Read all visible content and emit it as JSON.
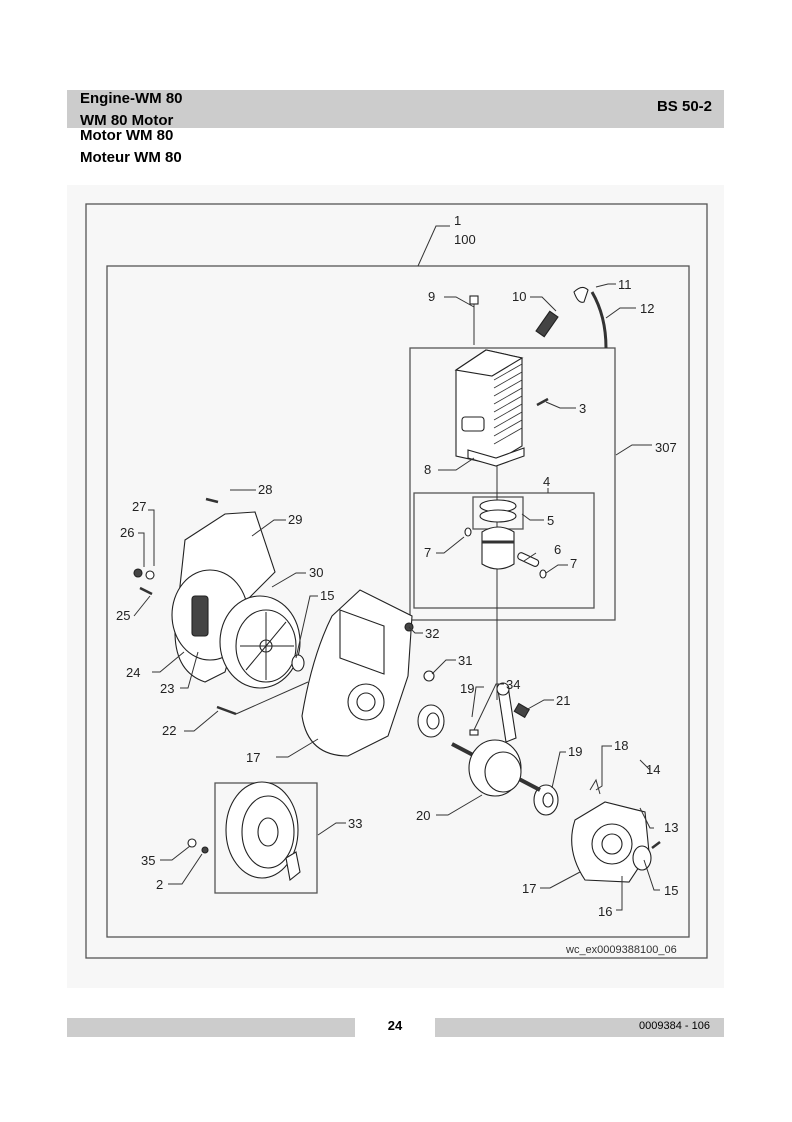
{
  "header": {
    "titles": [
      "Engine-WM 80",
      "WM 80 Motor",
      "Motor WM 80",
      "Moteur WM 80"
    ],
    "model_code": "BS 50-2"
  },
  "figure": {
    "reference": "wc_ex0009388100_06",
    "callouts": {
      "c1": "1",
      "c100": "100",
      "c2": "2",
      "c3": "3",
      "c4": "4",
      "c5": "5",
      "c6": "6",
      "c7a": "7",
      "c7b": "7",
      "c8": "8",
      "c9": "9",
      "c10": "10",
      "c11": "11",
      "c12": "12",
      "c13": "13",
      "c14": "14",
      "c15a": "15",
      "c15b": "15",
      "c16": "16",
      "c17a": "17",
      "c17b": "17",
      "c18": "18",
      "c19a": "19",
      "c19b": "19",
      "c20": "20",
      "c21": "21",
      "c22": "22",
      "c23": "23",
      "c24": "24",
      "c25": "25",
      "c26": "26",
      "c27": "27",
      "c28": "28",
      "c29": "29",
      "c30": "30",
      "c31": "31",
      "c32": "32",
      "c33": "33",
      "c34": "34",
      "c35": "35",
      "c307": "307"
    }
  },
  "footer": {
    "page_number": "24",
    "document_number": "0009384 - 106"
  }
}
